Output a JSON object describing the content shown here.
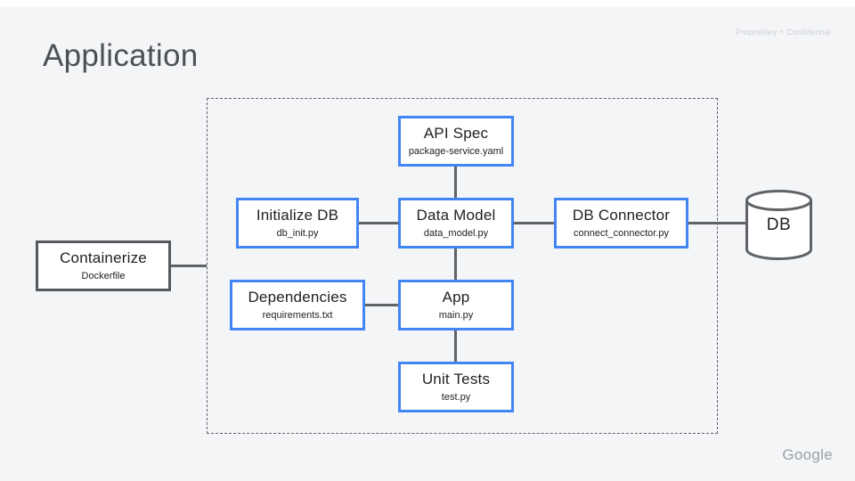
{
  "slide": {
    "title": "Application",
    "watermark": "Proprietary + Confidential",
    "footer_logo": "Google"
  },
  "colors": {
    "accent_blue": "#4285f4",
    "neutral_gray": "#5f6368",
    "background": "#f4f5f7"
  },
  "diagram": {
    "nodes": {
      "api_spec": {
        "title": "API Spec",
        "file": "package-service.yaml"
      },
      "initialize_db": {
        "title": "Initialize DB",
        "file": "db_init.py"
      },
      "data_model": {
        "title": "Data Model",
        "file": "data_model.py"
      },
      "db_connector": {
        "title": "DB Connector",
        "file": "connect_connector.py"
      },
      "containerize": {
        "title": "Containerize",
        "file": "Dockerfile"
      },
      "dependencies": {
        "title": "Dependencies",
        "file": "requirements.txt"
      },
      "app": {
        "title": "App",
        "file": "main.py"
      },
      "unit_tests": {
        "title": "Unit Tests",
        "file": "test.py"
      },
      "db": {
        "title": "DB"
      }
    }
  }
}
